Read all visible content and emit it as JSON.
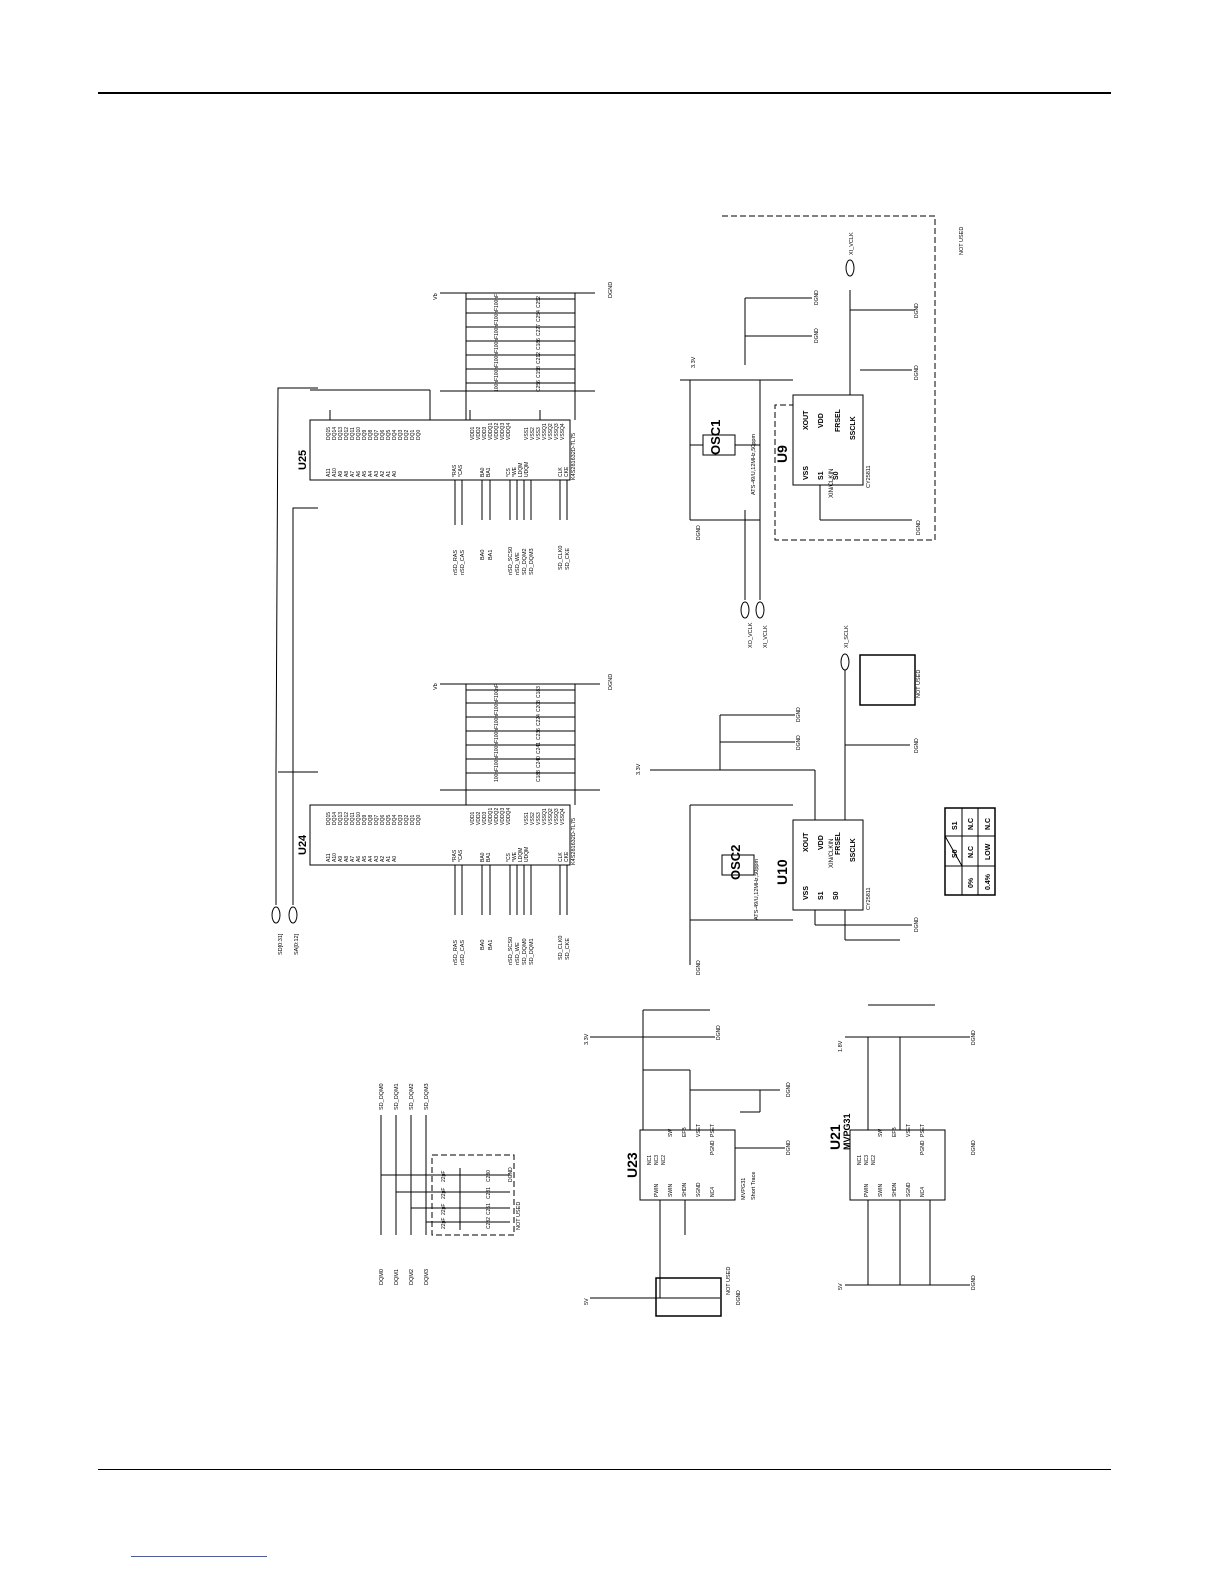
{
  "chips": {
    "u25": {
      "ref": "U25",
      "part": "K4S281632D-TL75"
    },
    "u24": {
      "ref": "U24",
      "part": "K4S281632D-TL75"
    },
    "u9": {
      "ref": "U9",
      "part": "CY25811"
    },
    "u10": {
      "ref": "U10",
      "part": "CY25811"
    },
    "u23": {
      "ref": "U23",
      "part": "MVPG31",
      "note": "Short Trace"
    },
    "u21": {
      "ref": "U21",
      "part": "MVPG31"
    }
  },
  "oscillators": {
    "osc1": {
      "ref": "OSC1",
      "part": "ATS-49/U,12MHz,50ppm"
    },
    "osc2": {
      "ref": "OSC2",
      "part": "ATS-49/U,12MHz,50ppm"
    }
  },
  "clock_pins": [
    "XIN/CLKIN",
    "VSS",
    "S1",
    "S0",
    "SSCLK",
    "FRSEL",
    "VDD",
    "XOUT"
  ],
  "power_pins": [
    "PWIN",
    "SWIN",
    "SHDN",
    "SGND",
    "NC4",
    "PGND",
    "PSET",
    "VSET",
    "EFB",
    "SW",
    "NC3",
    "NC2",
    "NC1"
  ],
  "sdram_pins": {
    "addr": [
      "A11",
      "A10",
      "A9",
      "A8",
      "A7",
      "A6",
      "A5",
      "A4",
      "A3",
      "A2",
      "A1",
      "A0"
    ],
    "dq": [
      "DQ15",
      "DQ14",
      "DQ13",
      "DQ12",
      "DQ11",
      "DQ10",
      "DQ9",
      "DQ8",
      "DQ7",
      "DQ6",
      "DQ5",
      "DQ4",
      "DQ3",
      "DQ2",
      "DQ1",
      "DQ0"
    ],
    "ctrl": [
      "*RAS",
      "*CAS",
      "BA0",
      "BA1",
      "*CS",
      "*WE",
      "LDQM",
      "UDQM",
      "CLK",
      "CKE"
    ],
    "vdd": [
      "VDD1",
      "VDD2",
      "VDD3",
      "VDDQ1",
      "VDDQ2",
      "VDDQ3",
      "VDDQ4"
    ],
    "vss": [
      "VSS1",
      "VSS2",
      "VSS3",
      "VSSQ1",
      "VSSQ2",
      "VSSQ3",
      "VSSQ4"
    ]
  },
  "nets": {
    "dgnd": "DGND",
    "v33": "3.3V",
    "v5": "5V",
    "v18": "1.8V",
    "vb": "Vb",
    "sd_bus": "SD[0:31]",
    "sa_bus": "SA[0:12]",
    "xo_vclk": "XO_VCLK",
    "xi_vclk": "XI_VCLK",
    "xi_sclk": "XI_SCLK",
    "u25_ctrl": [
      "nSD_RAS",
      "nSD_CAS",
      "BA0",
      "BA1",
      "nSD_SCS0",
      "nSD_WE",
      "SD_DQM2",
      "SD_DQM3",
      "SD_CLK0",
      "SD_CKE"
    ],
    "u24_ctrl": [
      "nSD_RAS",
      "nSD_CAS",
      "BA0",
      "BA1",
      "nSD_SCS0",
      "nSD_WE",
      "SD_DQM0",
      "SD_DQM1",
      "SD_CLK0",
      "SD_CKE"
    ],
    "dqm_in": [
      "DQM0",
      "DQM1",
      "DQM2",
      "DQM3"
    ],
    "dqm_out": [
      "SD_DQM0",
      "SD_DQM1",
      "SD_DQM2",
      "SD_DQM3"
    ]
  },
  "not_used": "NOT USED",
  "caps": {
    "u25_bypass": [
      "C252",
      "C254",
      "C227",
      "C186",
      "C212",
      "C158",
      "C256"
    ],
    "u24_bypass": [
      "C183",
      "C208",
      "C224",
      "C236",
      "C241",
      "C240",
      "C188"
    ],
    "bypass_value": "100nF",
    "dqm": [
      "C230",
      "C231",
      "C251",
      "C232"
    ],
    "dqm_value": "22pF"
  },
  "table": {
    "headers": [
      "S0",
      "S1"
    ],
    "rows": [
      [
        "0%",
        "N.C",
        "N.C"
      ],
      [
        "0.4%",
        "LOW",
        "N.C"
      ]
    ]
  }
}
